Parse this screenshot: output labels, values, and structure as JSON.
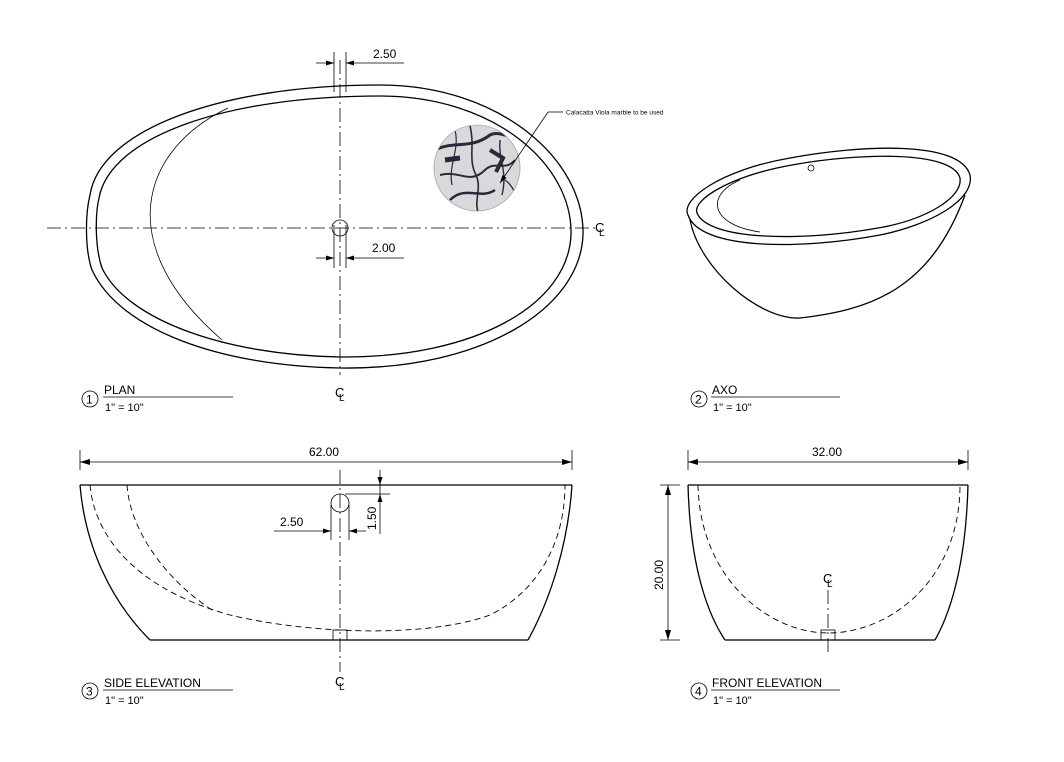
{
  "plan": {
    "number": "1",
    "title": "PLAN",
    "scale": "1\" = 10\"",
    "dim_top": "2.50",
    "dim_drain": "2.00",
    "centerline": "CL",
    "material_note": "Calacatta Viola marble to be used"
  },
  "axo": {
    "number": "2",
    "title": "AXO",
    "scale": "1\" = 10\""
  },
  "side_elevation": {
    "number": "3",
    "title": "SIDE ELEVATION",
    "scale": "1\" = 10\"",
    "dim_length": "62.00",
    "dim_drain_width": "2.50",
    "dim_drain_height": "1.50",
    "centerline": "CL"
  },
  "front_elevation": {
    "number": "4",
    "title": "FRONT ELEVATION",
    "scale": "1\" = 10\"",
    "dim_width": "32.00",
    "dim_height": "20.00",
    "centerline": "CL"
  },
  "colors": {
    "line": "#000000",
    "background": "#ffffff",
    "marble_base": "#d9d9dc",
    "marble_vein": "#2a2838"
  }
}
